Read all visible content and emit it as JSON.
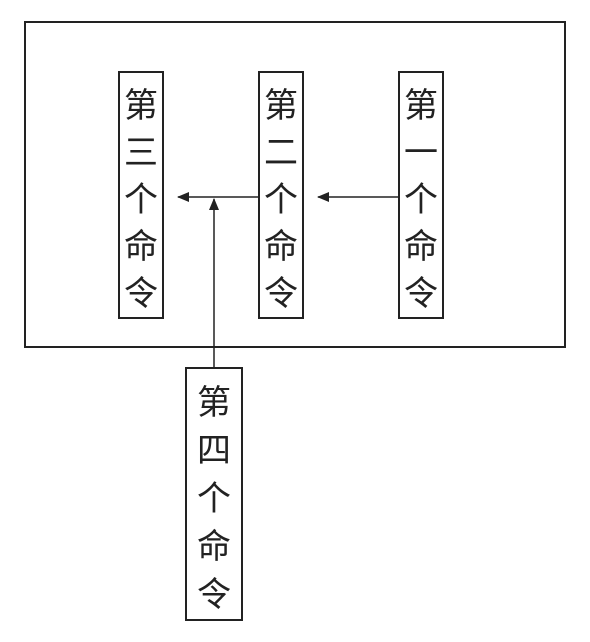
{
  "diagram": {
    "commands": [
      {
        "id": "cmd1",
        "text": [
          "第",
          "一",
          "个",
          "命",
          "令"
        ]
      },
      {
        "id": "cmd2",
        "text": [
          "第",
          "二",
          "个",
          "命",
          "令"
        ]
      },
      {
        "id": "cmd3",
        "text": [
          "第",
          "三",
          "个",
          "命",
          "令"
        ]
      },
      {
        "id": "cmd4",
        "text": [
          "第",
          "四",
          "个",
          "命",
          "令"
        ]
      }
    ],
    "connections": [
      {
        "from": "cmd1",
        "to": "cmd2"
      },
      {
        "from": "cmd2",
        "to": "cmd3"
      },
      {
        "from": "cmd4",
        "to": "cmd3-arrow"
      }
    ]
  }
}
